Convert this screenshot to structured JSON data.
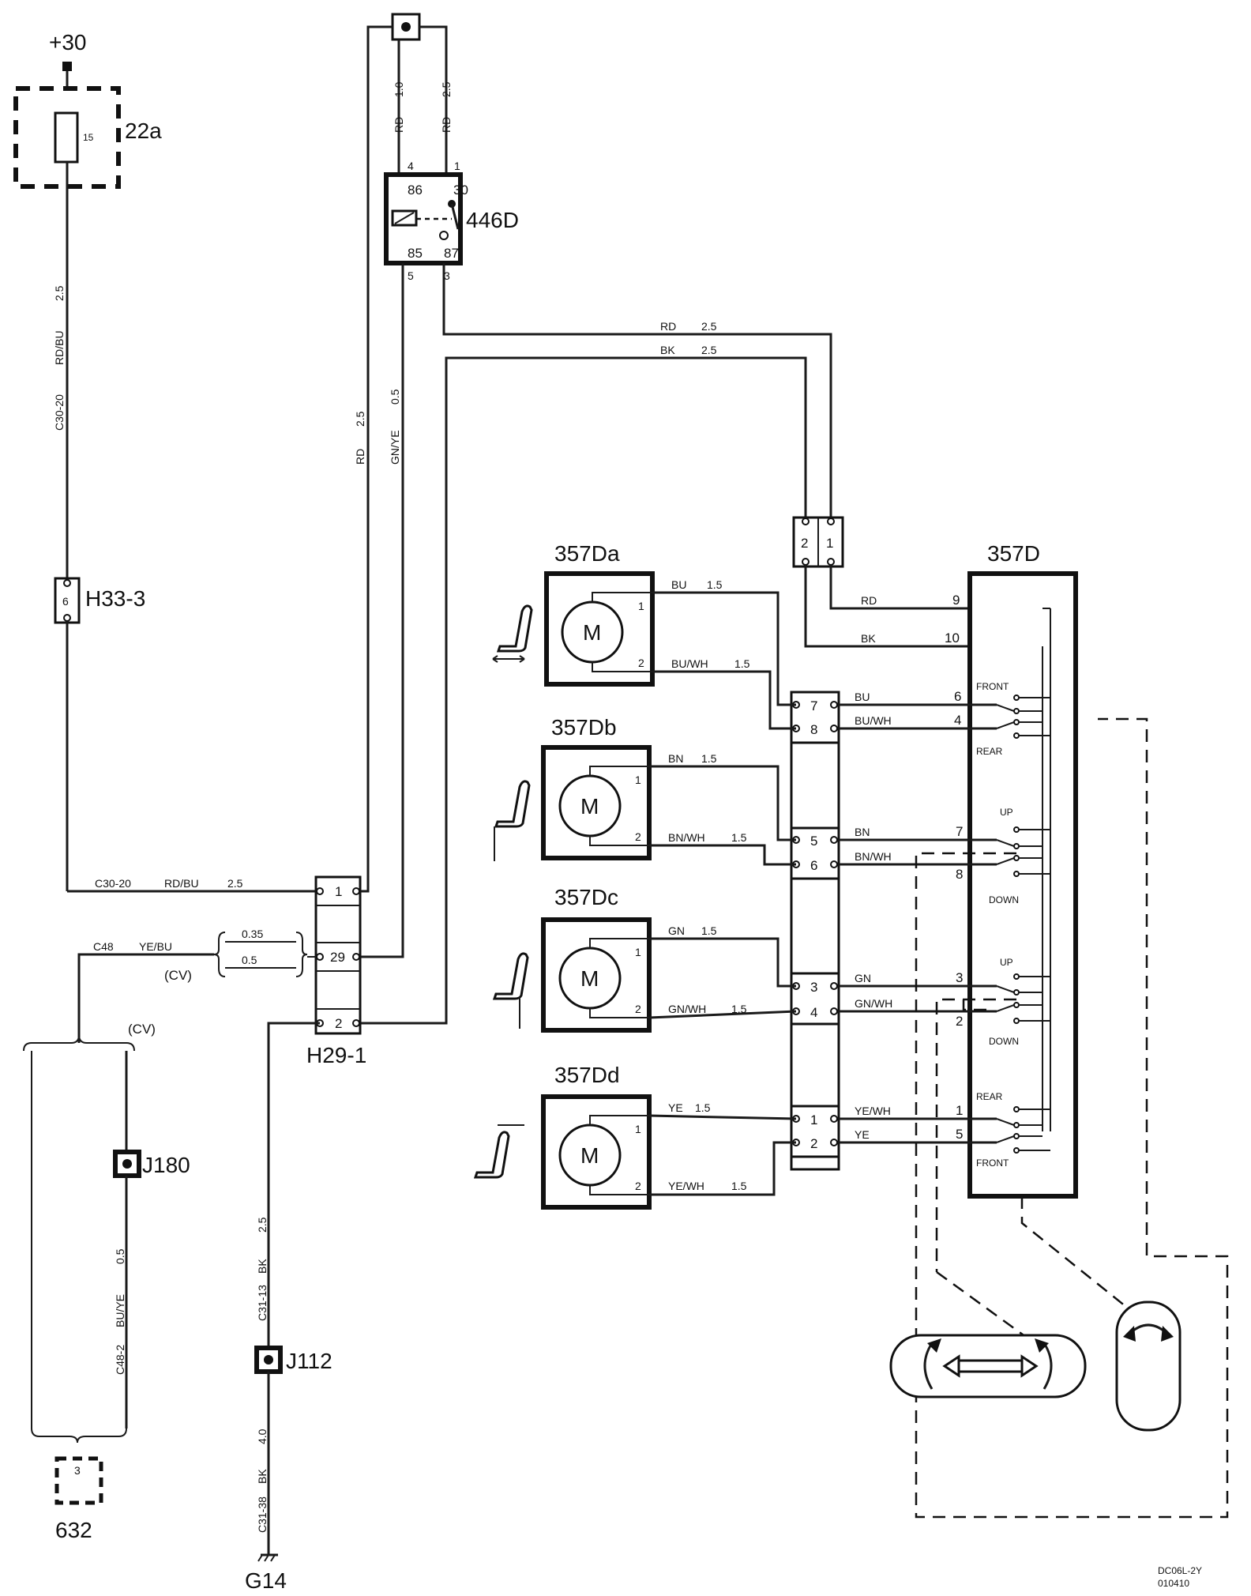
{
  "components": {
    "supply": "+30",
    "fuse_box": "22a",
    "fuse_rating": "15",
    "relay": "446D",
    "relay_pin_86": "86",
    "relay_pin_30": "30",
    "relay_pin_85": "85",
    "relay_pin_87": "87",
    "relay_wire_4": "4",
    "relay_wire_1": "1",
    "relay_wire_5": "5",
    "relay_wire_3": "3",
    "h33": "H33-3",
    "h33_pin": "6",
    "h29": "H29-1",
    "h29_pins": [
      "1",
      "29",
      "2"
    ],
    "j180": "J180",
    "j112": "J112",
    "comp_632": "632",
    "comp_632_pin": "3",
    "ground": "G14",
    "conn_top": [
      "2",
      "1"
    ],
    "motor_a": "357Da",
    "motor_b": "357Db",
    "motor_c": "357Dc",
    "motor_d": "357Dd",
    "motor_letter": "M",
    "switch": "357D",
    "mid_conn_pins": [
      "7",
      "8",
      "5",
      "6",
      "3",
      "4",
      "1",
      "2"
    ],
    "motor_pins": [
      "1",
      "2"
    ],
    "sw_pins": [
      "9",
      "10",
      "6",
      "4",
      "7",
      "8",
      "3",
      "2",
      "1",
      "5"
    ],
    "sw_labels": [
      "FRONT",
      "REAR",
      "UP",
      "DOWN",
      "UP",
      "DOWN",
      "REAR",
      "FRONT"
    ]
  },
  "wires": {
    "w1": [
      "RD",
      "1.0"
    ],
    "w2": [
      "RD",
      "2.5"
    ],
    "w3": [
      "C30-20",
      "RD/BU",
      "2.5"
    ],
    "w4": [
      "RD",
      "2.5"
    ],
    "w5": [
      "GN/YE",
      "0.5"
    ],
    "w6": [
      "RD",
      "2.5"
    ],
    "w7": [
      "BK",
      "2.5"
    ],
    "w8": [
      "C30-20",
      "RD/BU",
      "2.5"
    ],
    "w9": [
      "C48",
      "YE/BU"
    ],
    "w9_gauges": [
      "0.35",
      "0.5"
    ],
    "cv": "(CV)",
    "w10": [
      "BU/YE",
      "0.5",
      "C48-2"
    ],
    "w11": [
      "C31-13",
      "BK",
      "2.5"
    ],
    "w12": [
      "C31-38",
      "BK",
      "4.0"
    ],
    "wa1": [
      "BU",
      "1.5"
    ],
    "wa2": [
      "BU/WH",
      "1.5"
    ],
    "wb1": [
      "BN",
      "1.5"
    ],
    "wb2": [
      "BN/WH",
      "1.5"
    ],
    "wc1": [
      "GN",
      "1.5"
    ],
    "wc2": [
      "GN/WH",
      "1.5"
    ],
    "wd1": [
      "YE",
      "1.5"
    ],
    "wd2": [
      "YE/WH",
      "1.5"
    ],
    "sw_rd": "RD",
    "sw_bk": "BK",
    "sw_colors": [
      "BU",
      "BU/WH",
      "BN",
      "BN/WH",
      "GN",
      "GN/WH",
      "YE/WH",
      "YE"
    ]
  },
  "footer": [
    "DC06L-2Y",
    "010410"
  ]
}
